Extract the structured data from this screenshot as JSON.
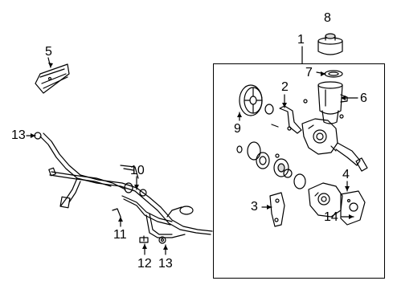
{
  "callouts": {
    "c1": "1",
    "c2": "2",
    "c3": "3",
    "c4": "4",
    "c5": "5",
    "c6": "6",
    "c7": "7",
    "c8": "8",
    "c9": "9",
    "c10": "10",
    "c11": "11",
    "c12": "12",
    "c13a": "13",
    "c13b": "13",
    "c14": "14"
  },
  "colors": {
    "ink": "#000000",
    "paper": "#ffffff",
    "shade": "#d9d9d9"
  }
}
